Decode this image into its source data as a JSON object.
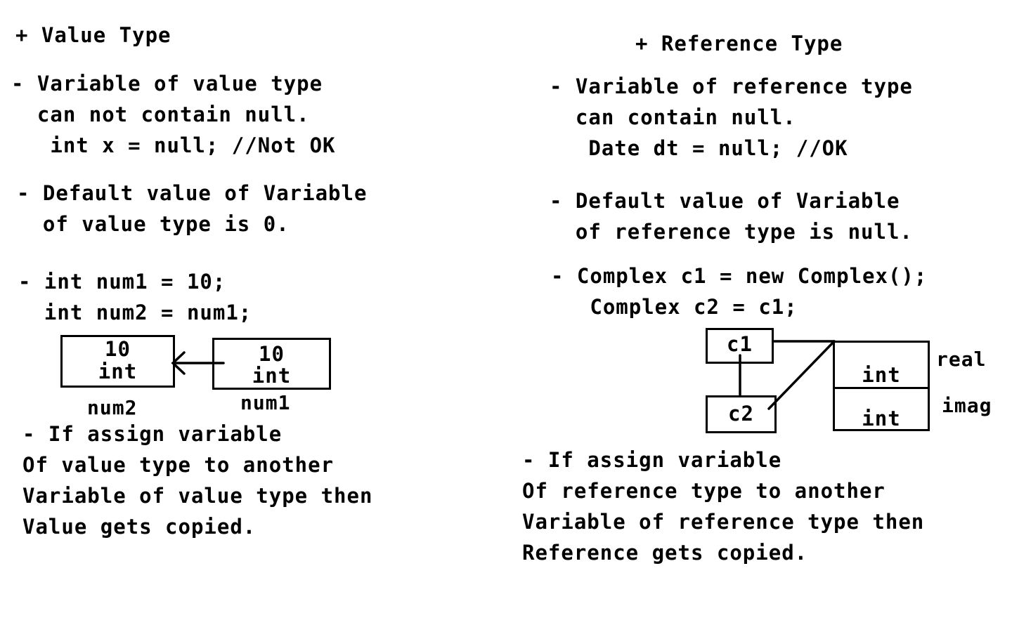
{
  "left": {
    "heading": "+ Value Type",
    "null_point": [
      "- Variable of value type",
      "  can not contain null.",
      "   int x = null; //Not OK"
    ],
    "default_point": [
      "- Default value of Variable",
      "  of value type is 0."
    ],
    "code_point": [
      "- int num1 = 10;",
      "  int num2 = num1;"
    ],
    "diagram": {
      "num2_box": {
        "value": "10",
        "type": "int",
        "caption": "num2"
      },
      "num1_box": {
        "value": "10",
        "type": "int",
        "caption": "num1"
      }
    },
    "assign_point": [
      "- If assign variable",
      "Of value type to another",
      "Variable of value type then",
      "Value gets copied."
    ]
  },
  "right": {
    "heading": "+ Reference Type",
    "null_point": [
      "- Variable of reference type",
      "  can contain null.",
      "   Date dt = null; //OK"
    ],
    "default_point": [
      "- Default value of Variable",
      "  of reference type is null."
    ],
    "code_point": [
      "- Complex c1 = new Complex();",
      "   Complex c2 = c1;"
    ],
    "diagram": {
      "c1_label": "c1",
      "c2_label": "c2",
      "real_field": {
        "type": "int",
        "caption": "real"
      },
      "imag_field": {
        "type": "int",
        "caption": "imag"
      }
    },
    "assign_point": [
      "- If assign variable",
      "Of reference type to another",
      "Variable of reference type then",
      "Reference gets copied."
    ]
  }
}
